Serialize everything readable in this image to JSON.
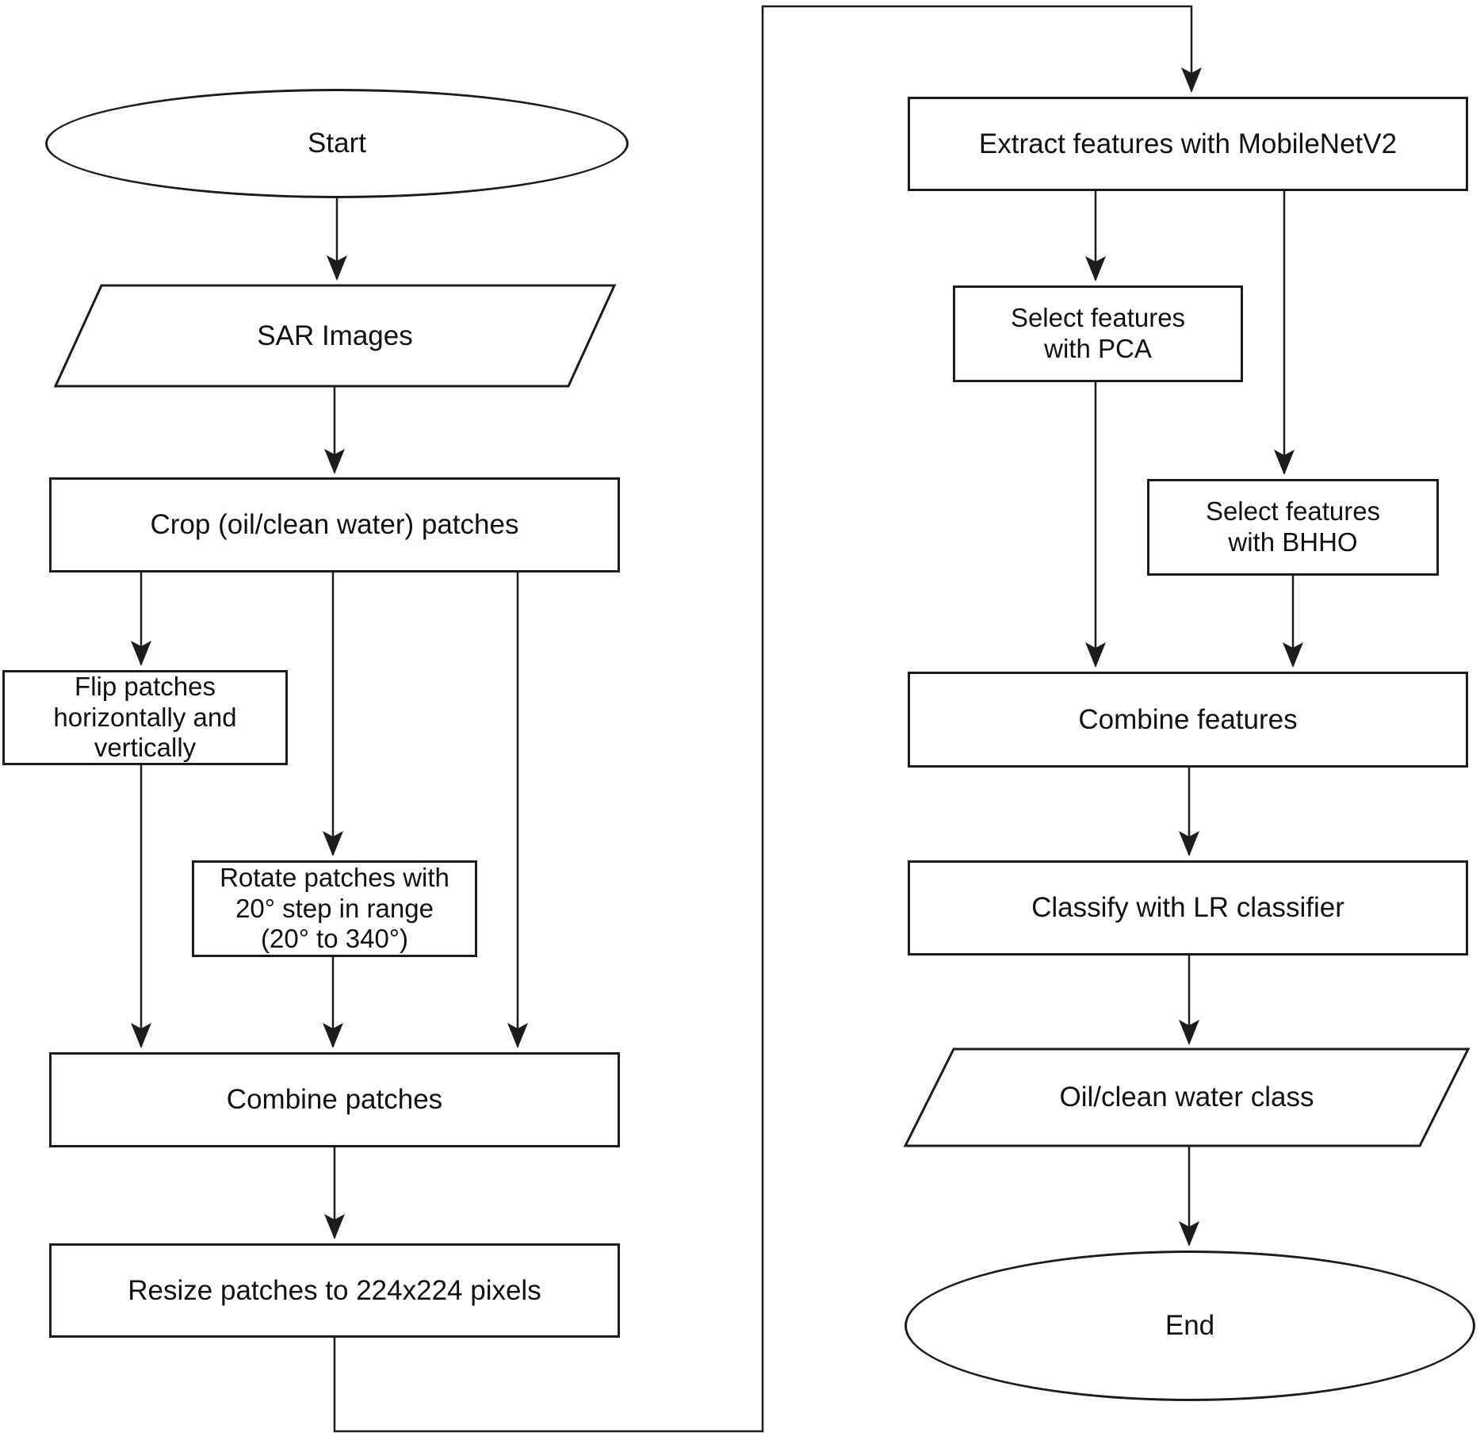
{
  "colors": {
    "background": "#ffffff",
    "stroke": "#1c1c1c",
    "text": "#111111"
  },
  "nodes": {
    "start": {
      "label": "Start",
      "shape": "terminator"
    },
    "sar_images": {
      "label": "SAR Images",
      "shape": "data"
    },
    "crop": {
      "label": "Crop (oil/clean water) patches",
      "shape": "process"
    },
    "flip": {
      "label": "Flip patches\nhorizontally and\nvertically",
      "shape": "process"
    },
    "rotate": {
      "label": "Rotate patches with\n20° step in range\n(20° to 340°)",
      "shape": "process"
    },
    "combine_patches": {
      "label": "Combine patches",
      "shape": "process"
    },
    "resize": {
      "label": "Resize patches to 224x224 pixels",
      "shape": "process"
    },
    "extract": {
      "label": "Extract features with MobileNetV2",
      "shape": "process"
    },
    "select_pca": {
      "label": "Select features\nwith PCA",
      "shape": "process"
    },
    "select_bhho": {
      "label": "Select features\nwith BHHO",
      "shape": "process"
    },
    "combine_features": {
      "label": "Combine features",
      "shape": "process"
    },
    "classify": {
      "label": "Classify with LR classifier",
      "shape": "process"
    },
    "output_class": {
      "label": "Oil/clean water class",
      "shape": "data"
    },
    "end": {
      "label": "End",
      "shape": "terminator"
    }
  },
  "edges": [
    {
      "from": "start",
      "to": "sar_images"
    },
    {
      "from": "sar_images",
      "to": "crop"
    },
    {
      "from": "crop",
      "to": "flip"
    },
    {
      "from": "crop",
      "to": "rotate"
    },
    {
      "from": "crop",
      "to": "combine_patches"
    },
    {
      "from": "flip",
      "to": "combine_patches"
    },
    {
      "from": "rotate",
      "to": "combine_patches"
    },
    {
      "from": "combine_patches",
      "to": "resize"
    },
    {
      "from": "resize",
      "to": "extract"
    },
    {
      "from": "extract",
      "to": "select_pca"
    },
    {
      "from": "extract",
      "to": "select_bhho"
    },
    {
      "from": "select_pca",
      "to": "combine_features"
    },
    {
      "from": "select_bhho",
      "to": "combine_features"
    },
    {
      "from": "combine_features",
      "to": "classify"
    },
    {
      "from": "classify",
      "to": "output_class"
    },
    {
      "from": "output_class",
      "to": "end"
    }
  ]
}
